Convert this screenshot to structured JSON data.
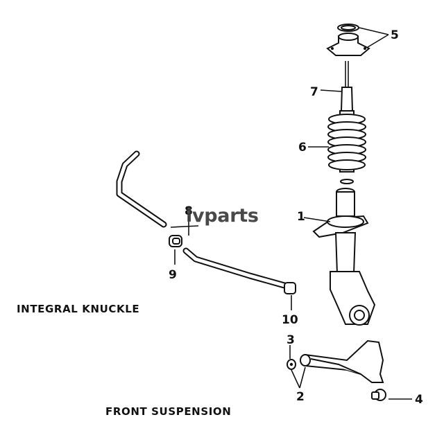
{
  "captions": {
    "integral_knuckle": "INTEGRAL KNUCKLE",
    "front_suspension": "FRONT SUSPENSION"
  },
  "watermark": "lvparts",
  "callouts": {
    "c1": "1",
    "c2": "2",
    "c3": "3",
    "c4": "4",
    "c5": "5",
    "c6": "6",
    "c7": "7",
    "c8": "8",
    "c9": "9",
    "c10": "10"
  }
}
